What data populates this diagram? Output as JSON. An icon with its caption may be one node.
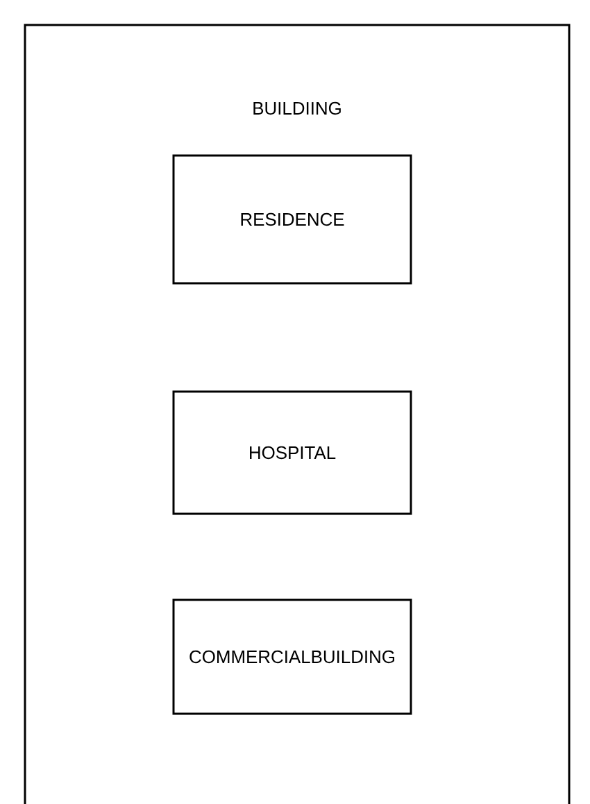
{
  "diagram": {
    "nodes": [
      {
        "text": [
          "BUILDIING"
        ]
      },
      {
        "text": [
          "RESIDENCE"
        ],
        "in": 0
      },
      {
        "text": [
          "HOSPITAL"
        ],
        "in": 0
      },
      {
        "text": [
          "COMMERCIALBUILDING"
        ],
        "in": 0
      }
    ]
  }
}
